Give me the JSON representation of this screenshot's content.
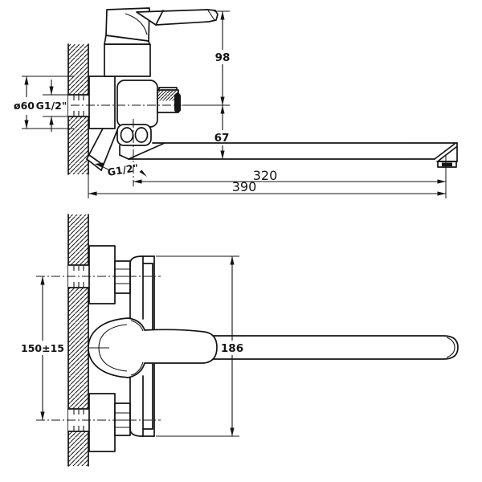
{
  "drawing": {
    "side_view": {
      "dim_98": "98",
      "dim_67": "67",
      "dim_flange": "ø60",
      "dim_inlet_thread": "G1/2\"",
      "dim_spout_thread": "G1/2\"",
      "dim_320": "320",
      "dim_390": "390"
    },
    "plan_view": {
      "dim_spacing": "150±15",
      "dim_width": "186"
    }
  }
}
